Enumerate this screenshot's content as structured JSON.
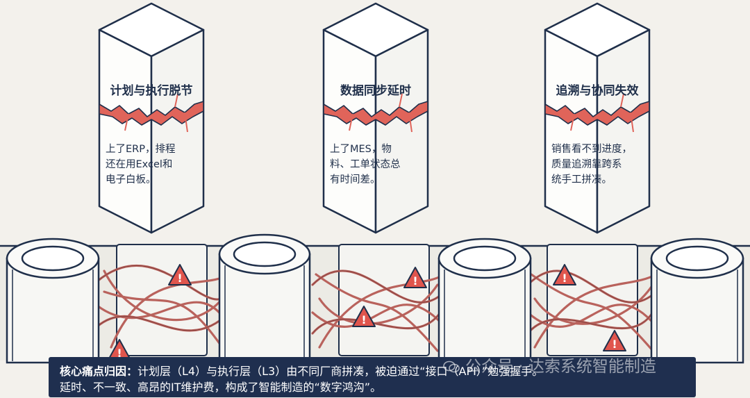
{
  "pillars": [
    {
      "title": "计划与执行脱节",
      "lines": [
        "上了ERP，排程",
        "还在用Excel和",
        "电子白板。"
      ]
    },
    {
      "title": "数据同步延时",
      "lines": [
        "上了MES，物",
        "料、工单状态总",
        "有时间差。"
      ]
    },
    {
      "title": "追溯与协同失效",
      "lines": [
        "销售看不到进度，",
        "质量追溯靠跨系",
        "统手工拼凑。"
      ]
    }
  ],
  "banner": {
    "lead": "核心痛点归因：",
    "line1": "计划层（L4）与执行层（L3）由不同厂商拼凑，被迫通过“接口（API）”勉强握手。",
    "line2": "延时、不一致、高昂的IT维护费，构成了智能制造的“数字鸿沟”。"
  },
  "watermark": {
    "text": "公众号 · 达索系统智能制造"
  },
  "colors": {
    "outline": "#1f2f4a",
    "crack": "#e0645a",
    "cable": "#b9625c",
    "warning": "#e0554d",
    "banner": "#1f2f4f",
    "background": "#f3f1ec"
  }
}
